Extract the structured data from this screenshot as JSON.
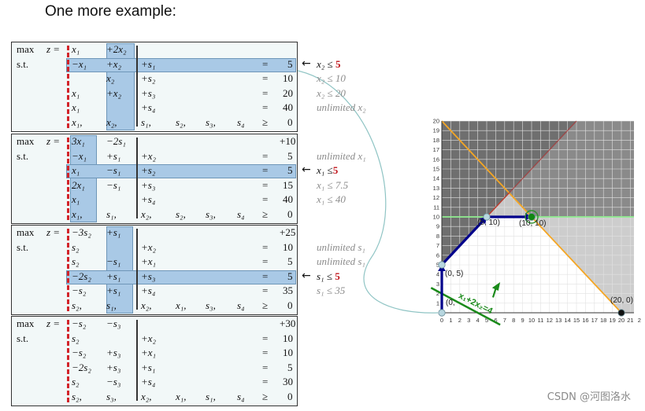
{
  "heading": "One more example:",
  "watermark": "CSDN @河图洛水",
  "tables": [
    {
      "rows": [
        {
          "label": "max",
          "z": "z =",
          "cells": [
            "x₁",
            "+2x₂"
          ],
          "rhs": ""
        },
        {
          "label": "s.t.",
          "z": "",
          "cells": [
            "−x₁",
            "+x₂",
            "+s₁"
          ],
          "rel": "=",
          "rhs": "5"
        },
        {
          "label": "",
          "z": "",
          "cells": [
            "",
            "x₂",
            "+s₂"
          ],
          "rel": "=",
          "rhs": "10"
        },
        {
          "label": "",
          "z": "",
          "cells": [
            "x₁",
            "+x₂",
            "+s₃"
          ],
          "rel": "=",
          "rhs": "20"
        },
        {
          "label": "",
          "z": "",
          "cells": [
            "x₁",
            "",
            "+s₄"
          ],
          "rel": "=",
          "rhs": "40"
        },
        {
          "label": "",
          "z": "",
          "cells": [
            "x₁,",
            "x₂,",
            "s₁,",
            "s₂,",
            "s₃,",
            "s₄"
          ],
          "rel": "≥",
          "rhs": "0"
        }
      ],
      "notes": [
        {
          "text": "x₂ ≤ ",
          "bold": "5",
          "arrow": true
        },
        {
          "text": "x₂ ≤ 10"
        },
        {
          "text": "x₂ ≤ 20"
        },
        {
          "text": "unlimited  x₂"
        }
      ]
    },
    {
      "rows": [
        {
          "label": "max",
          "z": "z =",
          "cells": [
            "3x₁",
            "−2s₁"
          ],
          "rhs": "+10"
        },
        {
          "label": "s.t.",
          "z": "",
          "cells": [
            "−x₁",
            "+s₁",
            "+x₂"
          ],
          "rel": "=",
          "rhs": "5"
        },
        {
          "label": "",
          "z": "",
          "cells": [
            "x₁",
            "−s₁",
            "+s₂"
          ],
          "rel": "=",
          "rhs": "5"
        },
        {
          "label": "",
          "z": "",
          "cells": [
            "2x₁",
            "−s₁",
            "+s₃"
          ],
          "rel": "=",
          "rhs": "15"
        },
        {
          "label": "",
          "z": "",
          "cells": [
            "x₁",
            "",
            "+s₄"
          ],
          "rel": "=",
          "rhs": "40"
        },
        {
          "label": "",
          "z": "",
          "cells": [
            "x₁,",
            "s₁,",
            "x₂,",
            "s₂,",
            "s₃,",
            "s₄"
          ],
          "rel": "≥",
          "rhs": "0"
        }
      ],
      "notes": [
        {
          "text": "unlimited  x₁"
        },
        {
          "text": "x₁ ≤",
          "bold": "5",
          "arrow": true
        },
        {
          "text": "x₁ ≤ 7.5"
        },
        {
          "text": "x₁ ≤ 40"
        }
      ]
    },
    {
      "rows": [
        {
          "label": "max",
          "z": "z =",
          "cells": [
            "−3s₂",
            "+s₁"
          ],
          "rhs": "+25"
        },
        {
          "label": "s.t.",
          "z": "",
          "cells": [
            "s₂",
            "",
            "+x₂"
          ],
          "rel": "=",
          "rhs": "10"
        },
        {
          "label": "",
          "z": "",
          "cells": [
            "s₂",
            "−s₁",
            "+x₁"
          ],
          "rel": "=",
          "rhs": "5"
        },
        {
          "label": "",
          "z": "",
          "cells": [
            "−2s₂",
            "+s₁",
            "+s₃"
          ],
          "rel": "=",
          "rhs": "5"
        },
        {
          "label": "",
          "z": "",
          "cells": [
            "−s₂",
            "+s₁",
            "+s₄"
          ],
          "rel": "=",
          "rhs": "35"
        },
        {
          "label": "",
          "z": "",
          "cells": [
            "s₂,",
            "s₁,",
            "x₂,",
            "x₁,",
            "s₃,",
            "s₄"
          ],
          "rel": "≥",
          "rhs": "0"
        }
      ],
      "notes": [
        {
          "text": "unlimited  s₁"
        },
        {
          "text": "unlimited  s₁"
        },
        {
          "text": "s₁ ≤ ",
          "bold": "5",
          "arrow": true
        },
        {
          "text": "s₁ ≤ 35"
        }
      ]
    },
    {
      "rows": [
        {
          "label": "max",
          "z": "z =",
          "cells": [
            "−s₂",
            "−s₃"
          ],
          "rhs": "+30"
        },
        {
          "label": "s.t.",
          "z": "",
          "cells": [
            "s₂",
            "",
            "+x₂"
          ],
          "rel": "=",
          "rhs": "10"
        },
        {
          "label": "",
          "z": "",
          "cells": [
            "−s₂",
            "+s₃",
            "+x₁"
          ],
          "rel": "=",
          "rhs": "10"
        },
        {
          "label": "",
          "z": "",
          "cells": [
            "−2s₂",
            "+s₃",
            "+s₁"
          ],
          "rel": "=",
          "rhs": "5"
        },
        {
          "label": "",
          "z": "",
          "cells": [
            "s₂",
            "−s₃",
            "+s₄"
          ],
          "rel": "=",
          "rhs": "30"
        },
        {
          "label": "",
          "z": "",
          "cells": [
            "s₂,",
            "s₃,",
            "x₂,",
            "x₁,",
            "s₁,",
            "s₄"
          ],
          "rel": "≥",
          "rhs": "0"
        }
      ],
      "notes": []
    }
  ],
  "plot": {
    "x_ticks": [
      "0",
      "1",
      "2",
      "3",
      "4",
      "5",
      "6",
      "7",
      "8",
      "9",
      "10",
      "11",
      "12",
      "13",
      "14",
      "15",
      "16",
      "17",
      "18",
      "19",
      "20",
      "21",
      "2"
    ],
    "y_ticks": [
      "0",
      "1",
      "2",
      "3",
      "4",
      "5",
      "6",
      "7",
      "8",
      "9",
      "10",
      "11",
      "12",
      "13",
      "14",
      "15",
      "16",
      "17",
      "18",
      "19",
      "20"
    ],
    "points": [
      {
        "label": "(0,",
        "x": 0,
        "y": 0
      },
      {
        "label": "(0, 5)",
        "x": 0,
        "y": 5
      },
      {
        "label": "(5, 10)",
        "x": 5,
        "y": 10
      },
      {
        "label": "(10, 10)",
        "x": 10,
        "y": 10
      },
      {
        "label": "(20, 0)",
        "x": 20,
        "y": 0
      }
    ],
    "objective_label": "x₁+2x₂=4",
    "colors": {
      "feasible_shade": "#c8c8c8",
      "dark_shade": "#8a8a8a",
      "constraint_orange": "#f5a623",
      "constraint_green": "#90ee90",
      "constraint_red": "#c0392b",
      "path_blue": "#00008b",
      "objective_green": "#1a8a1a"
    }
  }
}
